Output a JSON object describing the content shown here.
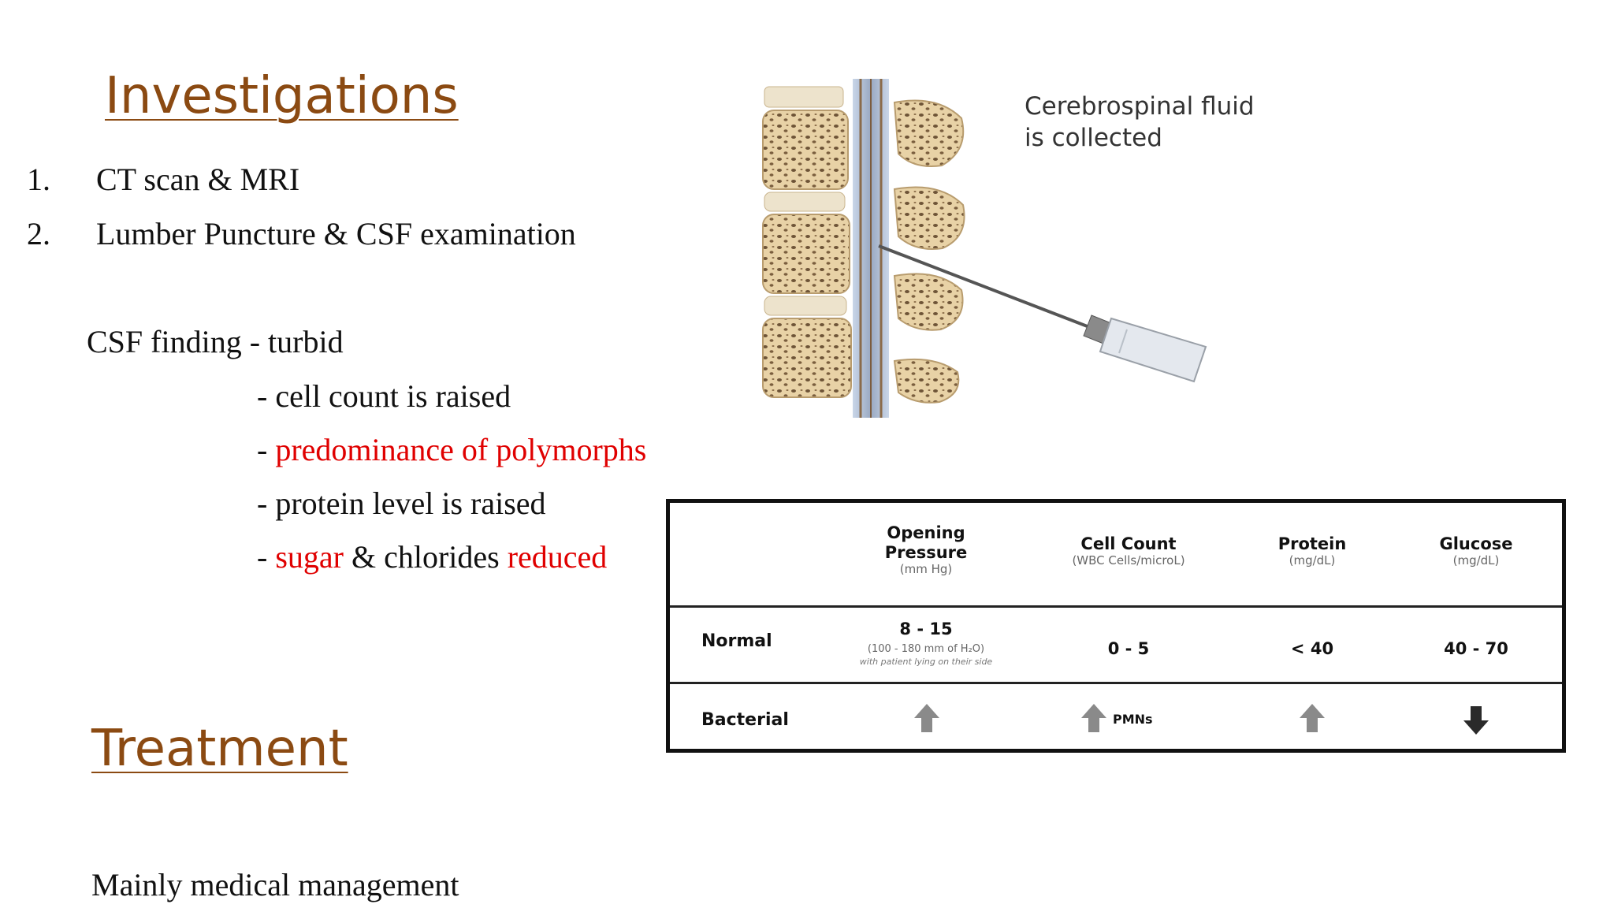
{
  "investigations": {
    "heading": "Investigations",
    "items": [
      {
        "number": "1.",
        "text": "CT scan & MRI"
      },
      {
        "number": "2.",
        "text": "Lumber Puncture & CSF examination"
      }
    ],
    "csf_finding": "CSF finding - turbid",
    "findings": {
      "cell_count": "- cell count is raised",
      "polymorph_dash": "- ",
      "polymorph_text": "predominance of polymorphs",
      "protein": "- protein level is raised",
      "sugar_dash": "- ",
      "sugar_word": "sugar",
      "chlorides_text": " & chlorides ",
      "reduced_word": "reduced"
    }
  },
  "illustration": {
    "caption_line1": "Cerebrospinal fluid",
    "caption_line2": "is collected"
  },
  "table": {
    "headers": {
      "opening_pressure_line1": "Opening",
      "opening_pressure_line2": "Pressure",
      "opening_pressure_unit": "(mm Hg)",
      "cell_count": "Cell Count",
      "cell_count_unit": "(WBC Cells/microL)",
      "protein": "Protein",
      "protein_unit": "(mg/dL)",
      "glucose": "Glucose",
      "glucose_unit": "(mg/dL)"
    },
    "normal": {
      "label": "Normal",
      "opening_pressure": "8 - 15",
      "opening_pressure_note": "(100 - 180 mm of H₂O)",
      "opening_pressure_note2": "with patient lying on their side",
      "cell_count": "0 - 5",
      "protein": "< 40",
      "glucose": "40 - 70"
    },
    "bacterial": {
      "label": "Bacterial",
      "cell_count_note": "PMNs",
      "opening_pressure_trend": "up-arrow-icon",
      "cell_count_trend": "up-arrow-icon",
      "protein_trend": "up-arrow-icon",
      "glucose_trend": "down-arrow-icon"
    }
  },
  "treatment": {
    "heading": "Treatment",
    "text": "Mainly medical management"
  },
  "colors": {
    "heading": "#8B4A12",
    "highlight": "#E00000",
    "arrow_up": "#8a8a8a",
    "arrow_down": "#2a2a2a"
  }
}
